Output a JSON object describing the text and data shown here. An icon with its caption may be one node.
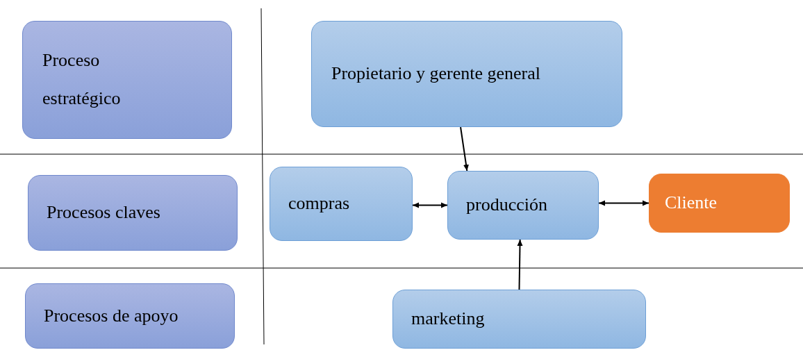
{
  "diagram": {
    "nodes": [
      {
        "text": [
          "Proceso estratégico"
        ]
      },
      {
        "text": [
          "Propietario y gerente general"
        ]
      },
      {
        "text": [
          "Procesos claves"
        ]
      },
      {
        "text": [
          "compras"
        ]
      },
      {
        "text": [
          "producción"
        ]
      },
      {
        "text": [
          "Cliente"
        ]
      },
      {
        "text": [
          "Procesos de apoyo"
        ]
      },
      {
        "text": [
          "marketing"
        ]
      }
    ],
    "edges": [
      {
        "from": 1,
        "to": 4,
        "arrow": "to"
      },
      {
        "from": 3,
        "to": 4,
        "arrow": "both"
      },
      {
        "from": 4,
        "to": 5,
        "arrow": "both"
      },
      {
        "from": 7,
        "to": 4,
        "arrow": "to"
      }
    ]
  }
}
